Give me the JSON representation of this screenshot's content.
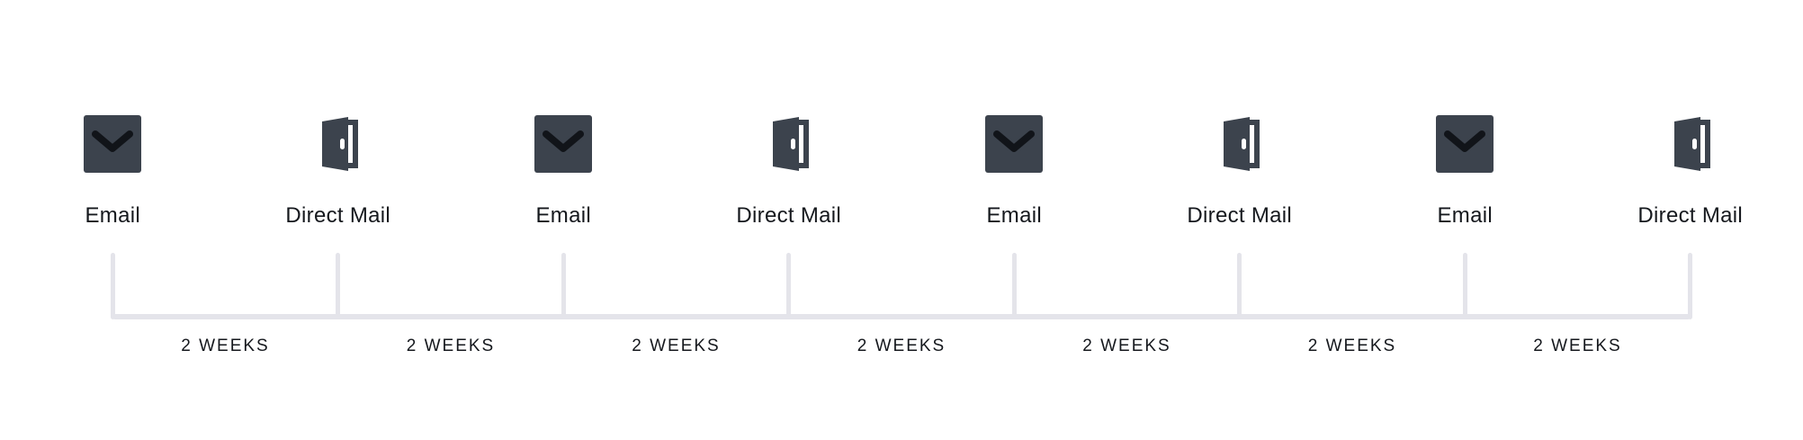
{
  "timeline": {
    "nodes": [
      {
        "type": "email",
        "label": "Email"
      },
      {
        "type": "direct-mail",
        "label": "Direct Mail"
      },
      {
        "type": "email",
        "label": "Email"
      },
      {
        "type": "direct-mail",
        "label": "Direct Mail"
      },
      {
        "type": "email",
        "label": "Email"
      },
      {
        "type": "direct-mail",
        "label": "Direct Mail"
      },
      {
        "type": "email",
        "label": "Email"
      },
      {
        "type": "direct-mail",
        "label": "Direct Mail"
      }
    ],
    "intervals": [
      "2 WEEKS",
      "2 WEEKS",
      "2 WEEKS",
      "2 WEEKS",
      "2 WEEKS",
      "2 WEEKS",
      "2 WEEKS"
    ],
    "icons": {
      "email": "email-icon",
      "direct_mail": "door-icon"
    },
    "colors": {
      "icon_fill": "#3c434d",
      "icon_detail": "#111419",
      "line": "#e4e4ea",
      "text": "#15181d"
    }
  }
}
